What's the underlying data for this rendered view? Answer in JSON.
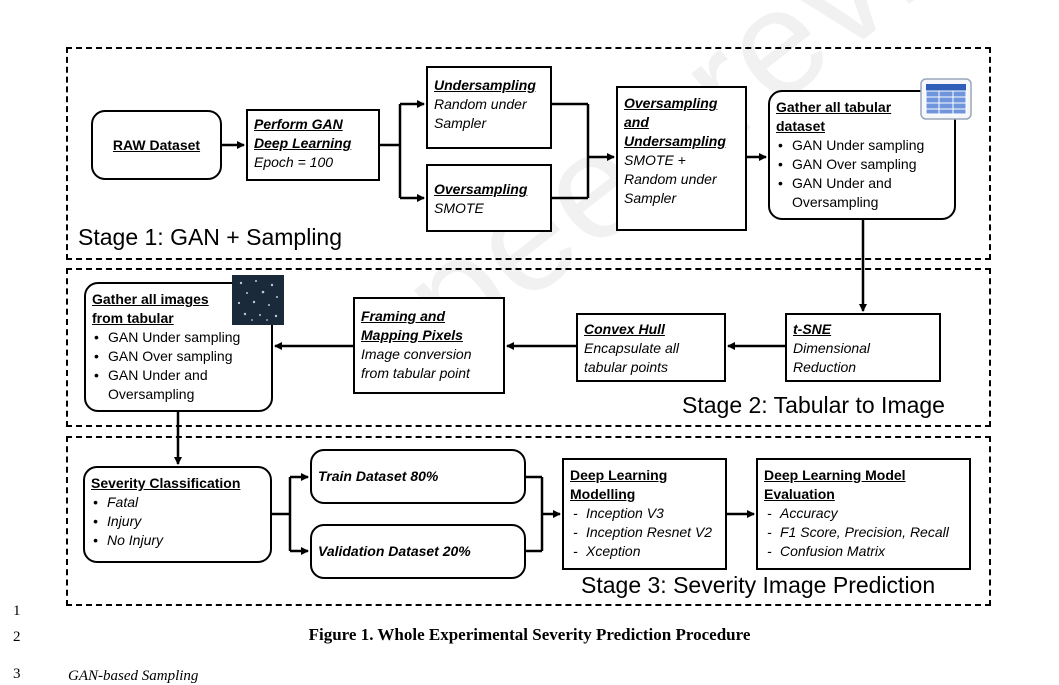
{
  "watermark": "peer reviewed",
  "stages": {
    "s1": "Stage 1: GAN + Sampling",
    "s2": "Stage 2: Tabular to Image",
    "s3": "Stage 3: Severity Image Prediction"
  },
  "boxes": {
    "raw": "RAW Dataset",
    "gan": {
      "title": "Perform GAN Deep Learning",
      "sub": "Epoch = 100"
    },
    "under": {
      "title": "Undersampling",
      "l1": "Random under",
      "l2": "Sampler"
    },
    "over": {
      "title": "Oversampling",
      "sub": "SMOTE"
    },
    "overunder": {
      "t1": "Oversampling",
      "t2": "and",
      "t3": "Undersampling",
      "l1": "SMOTE +",
      "l2": "Random under",
      "l3": "Sampler"
    },
    "tabular": {
      "t1": "Gather all tabular",
      "t2": "dataset",
      "items": [
        "GAN Under sampling",
        "GAN Over sampling",
        "GAN Under and Oversampling"
      ]
    },
    "tsne": {
      "title": "t-SNE",
      "l1": "Dimensional",
      "l2": "Reduction"
    },
    "hull": {
      "title": "Convex Hull",
      "l1": "Encapsulate all",
      "l2": "tabular points"
    },
    "framing": {
      "t1": "Framing and",
      "t2": "Mapping Pixels",
      "l1": "Image conversion",
      "l2": "from tabular point"
    },
    "images": {
      "t1": "Gather all images",
      "t2": "from tabular",
      "items": [
        "GAN Under sampling",
        "GAN Over sampling",
        "GAN Under and Oversampling"
      ]
    },
    "severity": {
      "title": "Severity Classification",
      "items": [
        "Fatal",
        "Injury",
        "No Injury"
      ]
    },
    "train": "Train Dataset 80%",
    "valid": "Validation Dataset 20%",
    "dl": {
      "t1": "Deep Learning",
      "t2": "Modelling",
      "items": [
        "Inception V3",
        "Inception Resnet V2",
        "Xception"
      ]
    },
    "eval": {
      "t1": "Deep Learning Model",
      "t2": "Evaluation",
      "items": [
        "Accuracy",
        "F1 Score, Precision, Recall",
        "Confusion Matrix"
      ]
    }
  },
  "line_numbers": [
    "1",
    "2",
    "3"
  ],
  "caption": "Figure 1. Whole Experimental Severity Prediction Procedure",
  "cut_text": "GAN-based Sampling",
  "icons": {
    "table": "table-icon",
    "image": "image-thumbnail-icon"
  },
  "colors": {
    "table_icon": "#4a74c9",
    "image_bg": "#1b2a3a"
  }
}
